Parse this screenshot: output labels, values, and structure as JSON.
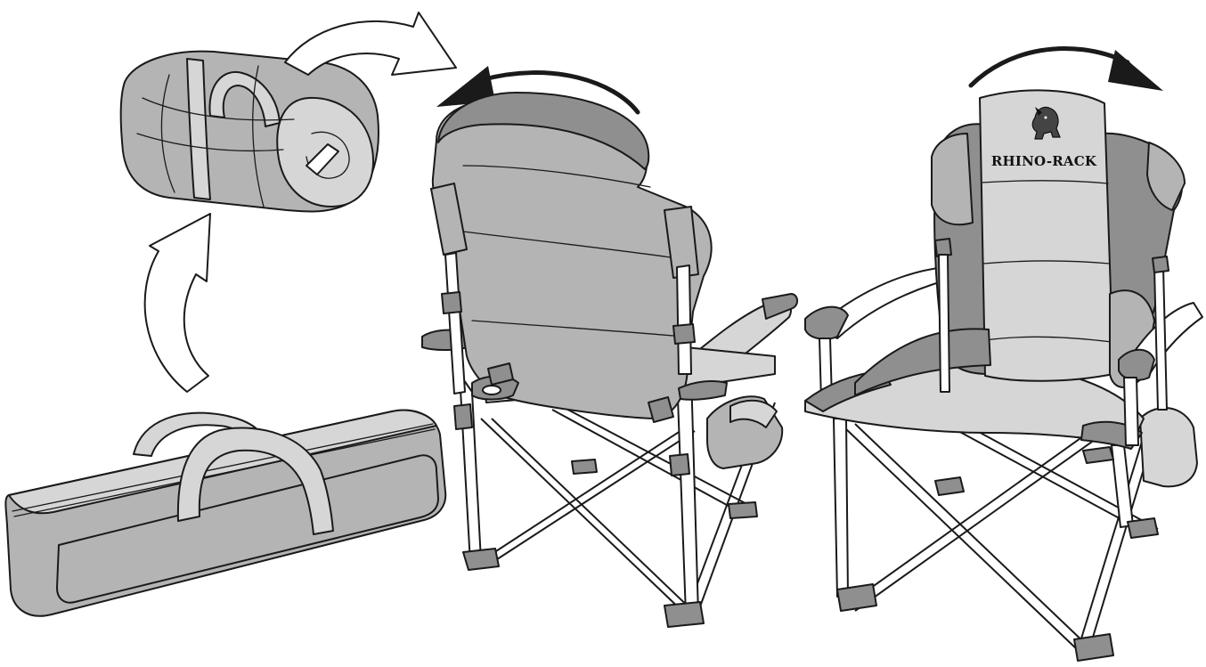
{
  "diagram": {
    "steps": [
      {
        "id": "bag",
        "icon": "carry-bag-icon"
      },
      {
        "id": "rolled-cover",
        "icon": "rolled-cover-icon"
      },
      {
        "id": "chair-back",
        "icon": "chair-back-view-icon"
      },
      {
        "id": "chair-front",
        "icon": "chair-front-view-icon"
      }
    ],
    "arrows": [
      {
        "from": "bag",
        "to": "rolled-cover",
        "icon": "curved-arrow-up-icon"
      },
      {
        "from": "rolled-cover",
        "to": "chair-back",
        "icon": "curved-arrow-right-icon"
      },
      {
        "id": "rotate-back",
        "icon": "rotate-arrow-left-icon"
      },
      {
        "id": "rotate-front",
        "icon": "rotate-arrow-right-icon"
      }
    ],
    "logo": {
      "text": "RHINO-RACK",
      "icon": "rhino-icon"
    }
  },
  "colors": {
    "stroke": "#1a1a1a",
    "fabric_mid": "#b4b4b4",
    "fabric_dark": "#8f8f8f",
    "fabric_light": "#d6d6d6",
    "frame": "#ffffff"
  }
}
